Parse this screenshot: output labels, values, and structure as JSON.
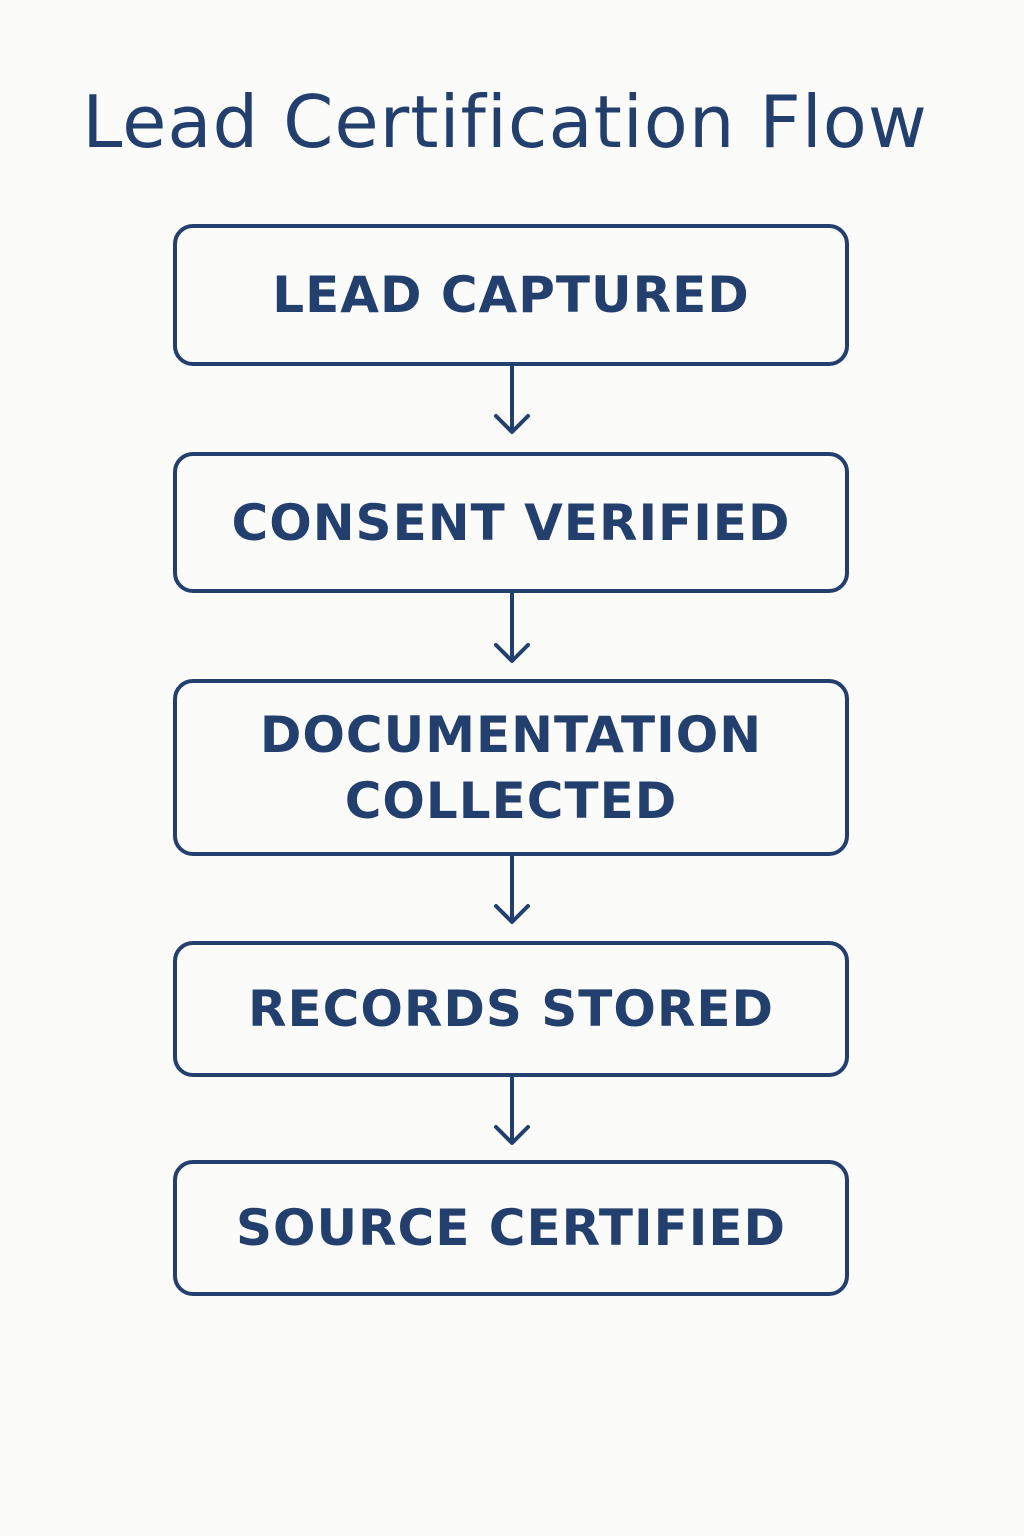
{
  "title": "Lead Certification Flow",
  "colors": {
    "accent": "#233f6e",
    "background": "#fbfbf9"
  },
  "steps": [
    {
      "label": "LEAD CAPTURED"
    },
    {
      "label": "CONSENT VERIFIED"
    },
    {
      "label": "DOCUMENTATION\nCOLLECTED"
    },
    {
      "label": "RECORDS STORED"
    },
    {
      "label": "SOURCE CERTIFIED"
    }
  ],
  "connectors": [
    {
      "from": 0,
      "to": 1,
      "icon": "arrow-down-icon"
    },
    {
      "from": 1,
      "to": 2,
      "icon": "arrow-down-icon"
    },
    {
      "from": 2,
      "to": 3,
      "icon": "arrow-down-icon"
    },
    {
      "from": 3,
      "to": 4,
      "icon": "arrow-down-icon"
    }
  ]
}
